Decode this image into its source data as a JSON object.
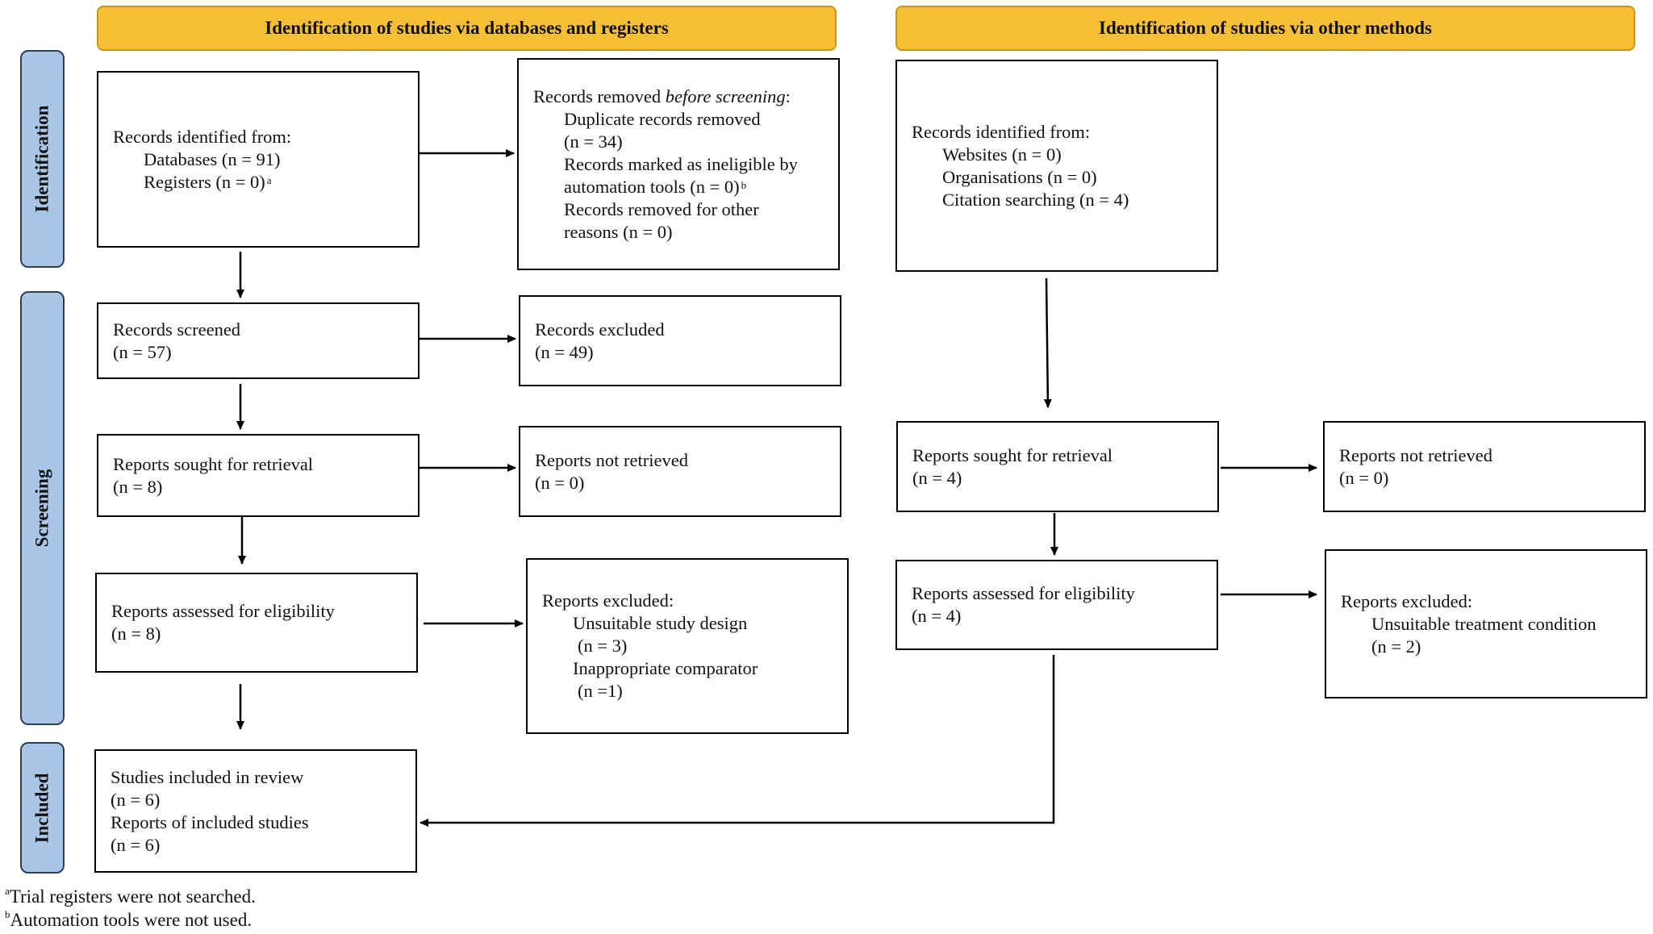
{
  "headers": {
    "databases": "Identification of studies via databases and registers",
    "other": "Identification of studies via other methods"
  },
  "stages": {
    "identification": "Identification",
    "screening": "Screening",
    "included": "Included"
  },
  "db": {
    "records_identified": {
      "title": "Records identified from:",
      "databases": "Databases (n = 91)",
      "registers": "Registers (n = 0)",
      "registers_note": "a"
    },
    "records_removed": {
      "title_prefix": "Records removed ",
      "title_emph": "before screening",
      "title_suffix": ":",
      "dup": "Duplicate records removed",
      "dup_n": "(n = 34)",
      "inelig1": "Records marked as ineligible by",
      "inelig2": "automation tools (n = 0)",
      "inelig_note": "b",
      "other1": "Records removed for other",
      "other2": "reasons (n = 0)"
    },
    "records_screened": {
      "title": "Records screened",
      "n": "(n = 57)"
    },
    "records_excluded": {
      "title": "Records excluded",
      "n": "(n = 49)"
    },
    "reports_sought": {
      "title": "Reports sought for retrieval",
      "n": "(n = 8)"
    },
    "reports_not_retrieved": {
      "title": "Reports not retrieved",
      "n": "(n = 0)"
    },
    "reports_assessed": {
      "title": "Reports assessed for eligibility",
      "n": "(n = 8)"
    },
    "reports_excluded": {
      "title": "Reports excluded:",
      "r1": "Unsuitable study design",
      "r1_n": "(n = 3)",
      "r2": "Inappropriate comparator",
      "r2_n": "(n =1)"
    },
    "included": {
      "studies": "Studies included in review",
      "studies_n": "(n = 6)",
      "reports": "Reports of included studies",
      "reports_n": "(n = 6)"
    }
  },
  "other": {
    "records_identified": {
      "title": "Records identified from:",
      "websites": "Websites (n = 0)",
      "orgs": "Organisations (n = 0)",
      "citation": "Citation searching (n = 4)"
    },
    "reports_sought": {
      "title": "Reports sought for retrieval",
      "n": "(n = 4)"
    },
    "reports_not_retrieved": {
      "title": "Reports not retrieved",
      "n": "(n = 0)"
    },
    "reports_assessed": {
      "title": "Reports assessed for eligibility",
      "n": "(n = 4)"
    },
    "reports_excluded": {
      "title": "Reports excluded:",
      "r1": "Unsuitable treatment condition",
      "r1_n": "(n = 2)"
    }
  },
  "footnotes": {
    "a_mark": "a",
    "a_text": "Trial registers were not searched.",
    "b_mark": "b",
    "b_text": "Automation tools were not used."
  },
  "colors": {
    "header_fill": "#f7bf36",
    "stage_fill": "#a9c6e8"
  }
}
